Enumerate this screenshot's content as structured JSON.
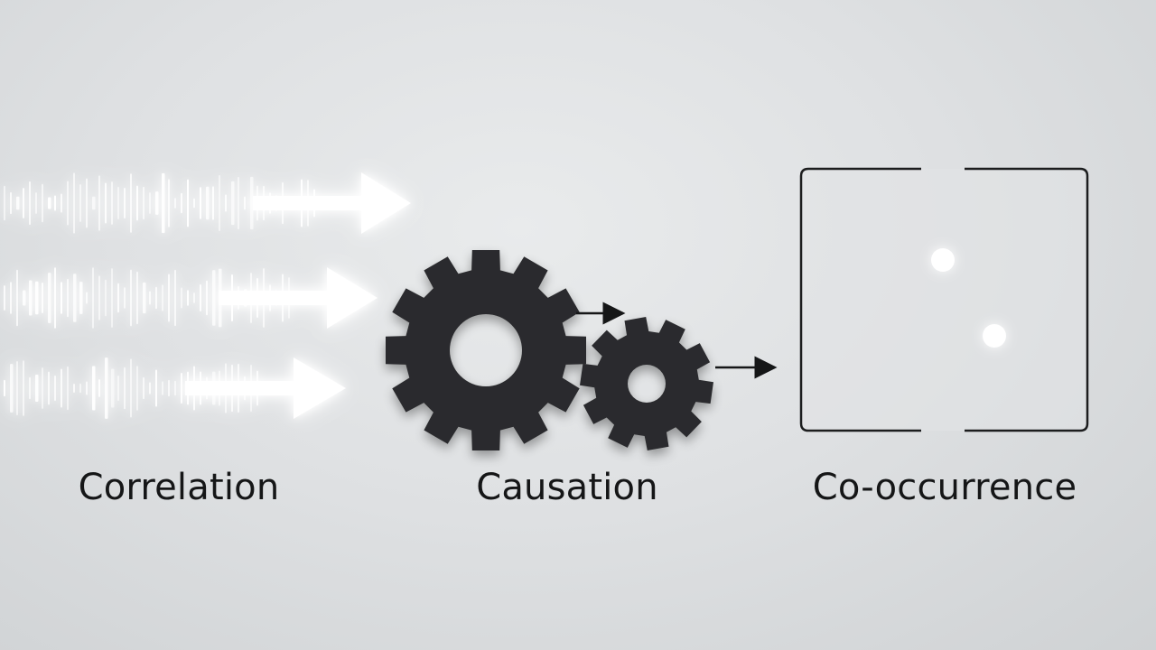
{
  "labels": {
    "correlation": "Correlation",
    "causation": "Causation",
    "co_occurrence": "Co-occurrence"
  },
  "icons": {
    "correlation": "glowing-signal-arrows-icon",
    "causation": "gears-icon",
    "co_occurrence": "bracket-frame-with-dots-icon"
  },
  "colors": {
    "background": "#dfe1e3",
    "ink": "#151617",
    "gear": "#2b2c2d",
    "glow": "#ffffff"
  }
}
